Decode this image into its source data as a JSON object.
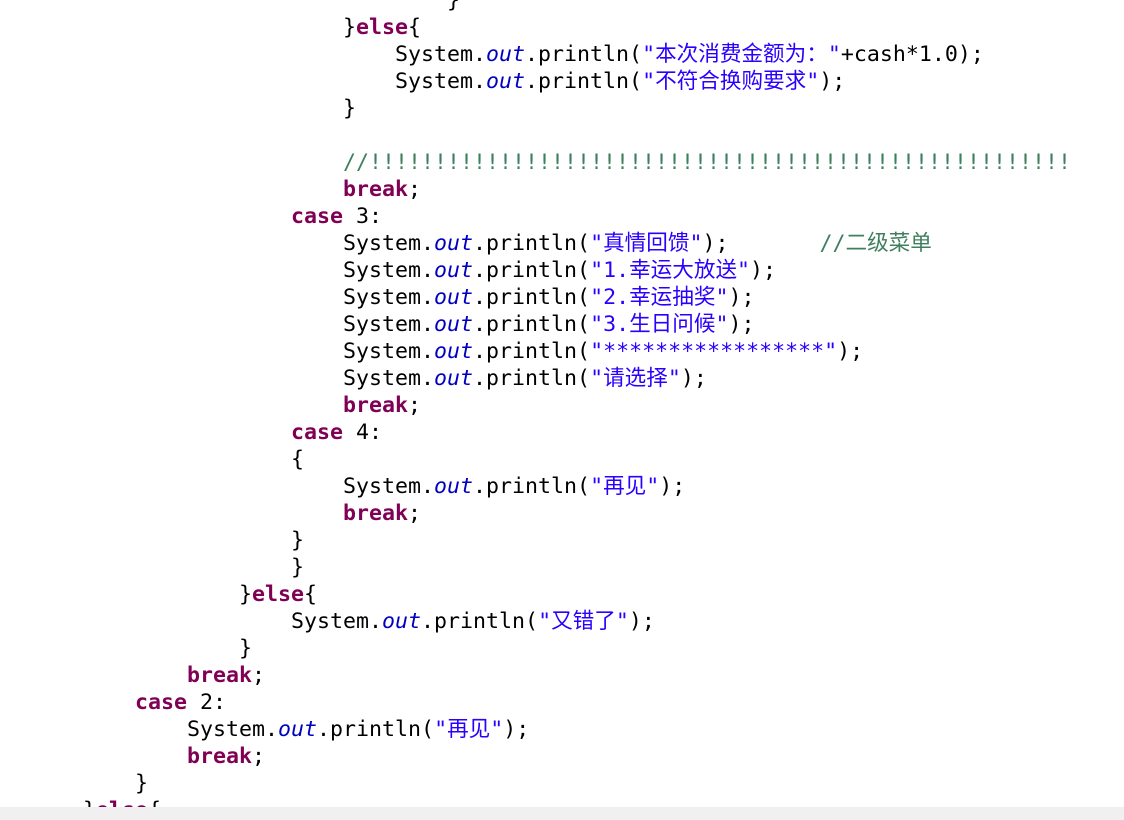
{
  "colors": {
    "keyword": "#7f0055",
    "string": "#2a00ff",
    "field": "#0000c0",
    "comment": "#3f7f5f",
    "scrollbar": "#f0f0f0"
  },
  "lines": [
    {
      "indent": 7,
      "tokens": [
        {
          "t": "p",
          "v": "}"
        }
      ]
    },
    {
      "indent": 5,
      "tokens": [
        {
          "t": "p",
          "v": "}"
        },
        {
          "t": "k",
          "v": "else"
        },
        {
          "t": "p",
          "v": "{"
        }
      ]
    },
    {
      "indent": 6,
      "tokens": [
        {
          "t": "p",
          "v": "System."
        },
        {
          "t": "f",
          "v": "out"
        },
        {
          "t": "p",
          "v": ".println("
        },
        {
          "t": "s",
          "v": "\"本次消费金额为：\""
        },
        {
          "t": "p",
          "v": "+cash*1.0);"
        }
      ]
    },
    {
      "indent": 6,
      "tokens": [
        {
          "t": "p",
          "v": "System."
        },
        {
          "t": "f",
          "v": "out"
        },
        {
          "t": "p",
          "v": ".println("
        },
        {
          "t": "s",
          "v": "\"不符合换购要求\""
        },
        {
          "t": "p",
          "v": ");"
        }
      ]
    },
    {
      "indent": 5,
      "tokens": [
        {
          "t": "p",
          "v": "}"
        }
      ]
    },
    {
      "indent": 0,
      "tokens": []
    },
    {
      "indent": 5,
      "tokens": [
        {
          "t": "c",
          "v": "//!!!!!!!!!!!!!!!!!!!!!!!!!!!!!!!!!!!!!!!!!!!!!!!!!!!!!!"
        }
      ]
    },
    {
      "indent": 5,
      "tokens": [
        {
          "t": "k",
          "v": "break"
        },
        {
          "t": "p",
          "v": ";"
        }
      ]
    },
    {
      "indent": 4,
      "tokens": [
        {
          "t": "k",
          "v": "case"
        },
        {
          "t": "p",
          "v": " 3:"
        }
      ]
    },
    {
      "indent": 5,
      "tokens": [
        {
          "t": "p",
          "v": "System."
        },
        {
          "t": "f",
          "v": "out"
        },
        {
          "t": "p",
          "v": ".println("
        },
        {
          "t": "s",
          "v": "\"真情回馈\""
        },
        {
          "t": "p",
          "v": ");       "
        },
        {
          "t": "c",
          "v": "//二级菜单"
        }
      ]
    },
    {
      "indent": 5,
      "tokens": [
        {
          "t": "p",
          "v": "System."
        },
        {
          "t": "f",
          "v": "out"
        },
        {
          "t": "p",
          "v": ".println("
        },
        {
          "t": "s",
          "v": "\"1.幸运大放送\""
        },
        {
          "t": "p",
          "v": ");"
        }
      ]
    },
    {
      "indent": 5,
      "tokens": [
        {
          "t": "p",
          "v": "System."
        },
        {
          "t": "f",
          "v": "out"
        },
        {
          "t": "p",
          "v": ".println("
        },
        {
          "t": "s",
          "v": "\"2.幸运抽奖\""
        },
        {
          "t": "p",
          "v": ");"
        }
      ]
    },
    {
      "indent": 5,
      "tokens": [
        {
          "t": "p",
          "v": "System."
        },
        {
          "t": "f",
          "v": "out"
        },
        {
          "t": "p",
          "v": ".println("
        },
        {
          "t": "s",
          "v": "\"3.生日问候\""
        },
        {
          "t": "p",
          "v": ");"
        }
      ]
    },
    {
      "indent": 5,
      "tokens": [
        {
          "t": "p",
          "v": "System."
        },
        {
          "t": "f",
          "v": "out"
        },
        {
          "t": "p",
          "v": ".println("
        },
        {
          "t": "s",
          "v": "\"*****************\""
        },
        {
          "t": "p",
          "v": ");"
        }
      ]
    },
    {
      "indent": 5,
      "tokens": [
        {
          "t": "p",
          "v": "System."
        },
        {
          "t": "f",
          "v": "out"
        },
        {
          "t": "p",
          "v": ".println("
        },
        {
          "t": "s",
          "v": "\"请选择\""
        },
        {
          "t": "p",
          "v": ");"
        }
      ]
    },
    {
      "indent": 5,
      "tokens": [
        {
          "t": "k",
          "v": "break"
        },
        {
          "t": "p",
          "v": ";"
        }
      ]
    },
    {
      "indent": 4,
      "tokens": [
        {
          "t": "k",
          "v": "case"
        },
        {
          "t": "p",
          "v": " 4:"
        }
      ]
    },
    {
      "indent": 4,
      "tokens": [
        {
          "t": "p",
          "v": "{"
        }
      ]
    },
    {
      "indent": 5,
      "tokens": [
        {
          "t": "p",
          "v": "System."
        },
        {
          "t": "f",
          "v": "out"
        },
        {
          "t": "p",
          "v": ".println("
        },
        {
          "t": "s",
          "v": "\"再见\""
        },
        {
          "t": "p",
          "v": ");"
        }
      ]
    },
    {
      "indent": 5,
      "tokens": [
        {
          "t": "k",
          "v": "break"
        },
        {
          "t": "p",
          "v": ";"
        }
      ]
    },
    {
      "indent": 4,
      "tokens": [
        {
          "t": "p",
          "v": "}"
        }
      ]
    },
    {
      "indent": 4,
      "tokens": [
        {
          "t": "p",
          "v": "}"
        }
      ]
    },
    {
      "indent": 3,
      "tokens": [
        {
          "t": "p",
          "v": "}"
        },
        {
          "t": "k",
          "v": "else"
        },
        {
          "t": "p",
          "v": "{"
        }
      ]
    },
    {
      "indent": 4,
      "tokens": [
        {
          "t": "p",
          "v": "System."
        },
        {
          "t": "f",
          "v": "out"
        },
        {
          "t": "p",
          "v": ".println("
        },
        {
          "t": "s",
          "v": "\"又错了\""
        },
        {
          "t": "p",
          "v": ");"
        }
      ]
    },
    {
      "indent": 3,
      "tokens": [
        {
          "t": "p",
          "v": "}"
        }
      ]
    },
    {
      "indent": 2,
      "tokens": [
        {
          "t": "k",
          "v": "break"
        },
        {
          "t": "p",
          "v": ";"
        }
      ]
    },
    {
      "indent": 1,
      "tokens": [
        {
          "t": "k",
          "v": "case"
        },
        {
          "t": "p",
          "v": " 2:"
        }
      ]
    },
    {
      "indent": 2,
      "tokens": [
        {
          "t": "p",
          "v": "System."
        },
        {
          "t": "f",
          "v": "out"
        },
        {
          "t": "p",
          "v": ".println("
        },
        {
          "t": "s",
          "v": "\"再见\""
        },
        {
          "t": "p",
          "v": ");"
        }
      ]
    },
    {
      "indent": 2,
      "tokens": [
        {
          "t": "k",
          "v": "break"
        },
        {
          "t": "p",
          "v": ";"
        }
      ]
    },
    {
      "indent": 1,
      "tokens": [
        {
          "t": "p",
          "v": "}"
        }
      ]
    },
    {
      "indent": 0,
      "tokens": [
        {
          "t": "p",
          "v": "}"
        },
        {
          "t": "k",
          "v": "else"
        },
        {
          "t": "p",
          "v": "{"
        }
      ]
    }
  ]
}
